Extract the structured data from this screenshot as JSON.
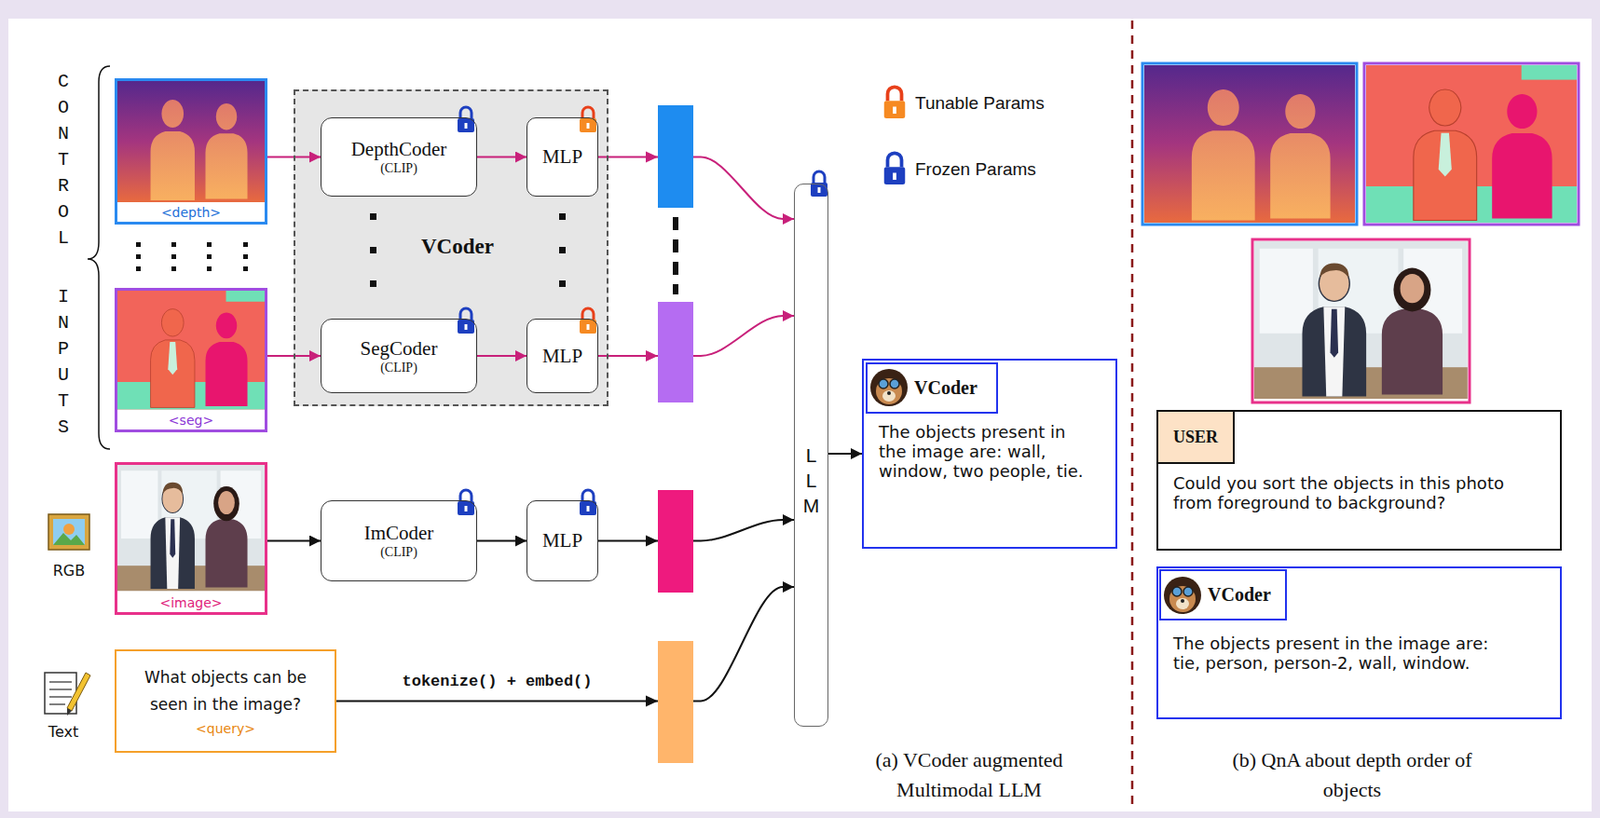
{
  "diagram": {
    "nodes": [
      {
        "text": [
          "<depth>"
        ]
      },
      {
        "text": [
          "<seg>"
        ]
      },
      {
        "text": [
          "VCoder"
        ]
      },
      {
        "text": [
          "DepthCoder",
          "(CLIP)"
        ],
        "in": 2
      },
      {
        "text": [
          "MLP"
        ],
        "in": 2
      },
      {
        "text": [
          "SegCoder",
          "(CLIP)"
        ],
        "in": 2
      },
      {
        "text": [
          "MLP"
        ],
        "in": 2
      },
      {
        "text": [
          "<image>"
        ]
      },
      {
        "text": [
          "ImCoder",
          "(CLIP)"
        ]
      },
      {
        "text": [
          "MLP"
        ]
      },
      {
        "text": [
          "What objects can be seen in the image?",
          "<query>"
        ]
      },
      {
        "text": [
          "LLM"
        ]
      },
      {
        "text": [
          "The objects present in the image are: wall, window, two people, tie."
        ]
      },
      {
        "text": [
          "VCoder"
        ],
        "in": 12
      },
      {
        "text": [
          "Could you sort the objects in this photo from foreground to background?"
        ]
      },
      {
        "text": [
          "USER"
        ],
        "in": 14
      },
      {
        "text": [
          "The objects present in the image are: tie, person, person-2, wall, window."
        ]
      },
      {
        "text": [
          "VCoder"
        ],
        "in": 16
      }
    ],
    "edges": [
      {
        "from": 0,
        "to": 3,
        "arrow": "to"
      },
      {
        "from": 3,
        "to": 4,
        "arrow": "to"
      },
      {
        "from": 4,
        "to": 11,
        "arrow": "to"
      },
      {
        "from": 1,
        "to": 5,
        "arrow": "to"
      },
      {
        "from": 5,
        "to": 6,
        "arrow": "to"
      },
      {
        "from": 6,
        "to": 11,
        "arrow": "to"
      },
      {
        "from": 7,
        "to": 8,
        "arrow": "to"
      },
      {
        "from": 8,
        "to": 9,
        "arrow": "to"
      },
      {
        "from": 9,
        "to": 11,
        "arrow": "to"
      },
      {
        "from": 10,
        "to": 11,
        "label": "tokenize() + embed()",
        "arrow": "to"
      },
      {
        "from": 11,
        "to": 12,
        "arrow": "to"
      }
    ],
    "labels": [
      "CONTROL",
      "INPUTS",
      "RGB",
      "Text",
      "(a) VCoder augmented Multimodal LLM",
      "(b) QnA about depth order of objects"
    ],
    "legend": [
      {
        "text": "Tunable Params"
      },
      {
        "text": "Frozen Params"
      }
    ]
  }
}
